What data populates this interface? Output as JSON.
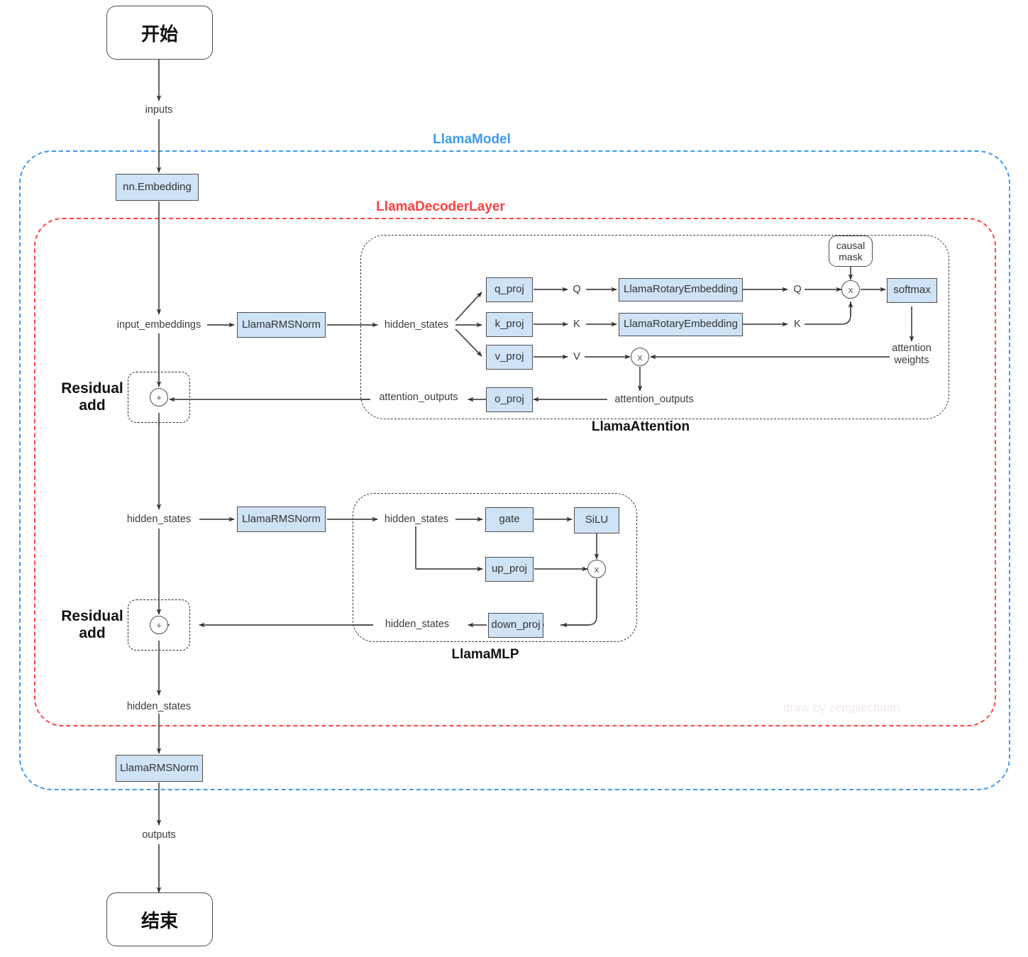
{
  "diagram": {
    "title": "Llama model architecture flowchart",
    "watermark": "draw by zengjiechuan",
    "colors": {
      "model_accent": "#3d9bf0",
      "decoder_accent": "#ff4040",
      "node_fill": "#cfe3f7",
      "node_border": "#4d4d4d",
      "text": "#3b3b3b"
    }
  },
  "groups": {
    "model": {
      "label": "LlamaModel"
    },
    "decoder": {
      "label": "LlamaDecoderLayer"
    },
    "attention": {
      "label": "LlamaAttention"
    },
    "mlp": {
      "label": "LlamaMLP"
    },
    "residual_add_1": {
      "label": "Residual\nadd",
      "line1": "Residual",
      "line2": "add"
    },
    "residual_add_2": {
      "label": "Residual\nadd",
      "line1": "Residual",
      "line2": "add"
    }
  },
  "terminators": {
    "start": "开始",
    "end": "结束"
  },
  "nodes": {
    "embedding": "nn.Embedding",
    "rmsnorm_attn": "LlamaRMSNorm",
    "rmsnorm_mlp": "LlamaRMSNorm",
    "rmsnorm_final": "LlamaRMSNorm",
    "q_proj": "q_proj",
    "k_proj": "k_proj",
    "v_proj": "v_proj",
    "o_proj": "o_proj",
    "rotary_q": "LlamaRotaryEmbedding",
    "rotary_k": "LlamaRotaryEmbedding",
    "softmax": "softmax",
    "causal_mask_line1": "causal",
    "causal_mask_line2": "mask",
    "gate": "gate",
    "silu": "SiLU",
    "up_proj": "up_proj",
    "down_proj": "down_proj"
  },
  "operators": {
    "add_1": "+",
    "add_2": "+",
    "mul_qk": "x",
    "mul_av": "x",
    "mul_mlp": "x"
  },
  "edge_labels": {
    "inputs": "inputs",
    "input_embeddings": "input_embeddings",
    "hidden_states_attn_in": "hidden_states",
    "q": "Q",
    "k": "K",
    "v": "V",
    "q_rot": "Q",
    "k_rot": "K",
    "attention_weights_line1": "attention",
    "attention_weights_line2": "weights",
    "attention_outputs_right": "attention_outputs",
    "attention_outputs_left": "attention_outputs",
    "hidden_states_mid": "hidden_states",
    "hidden_states_mlp_in": "hidden_states",
    "hidden_states_mlp_out": "hidden_states",
    "hidden_states_bottom": "hidden_states",
    "outputs": "outputs"
  }
}
